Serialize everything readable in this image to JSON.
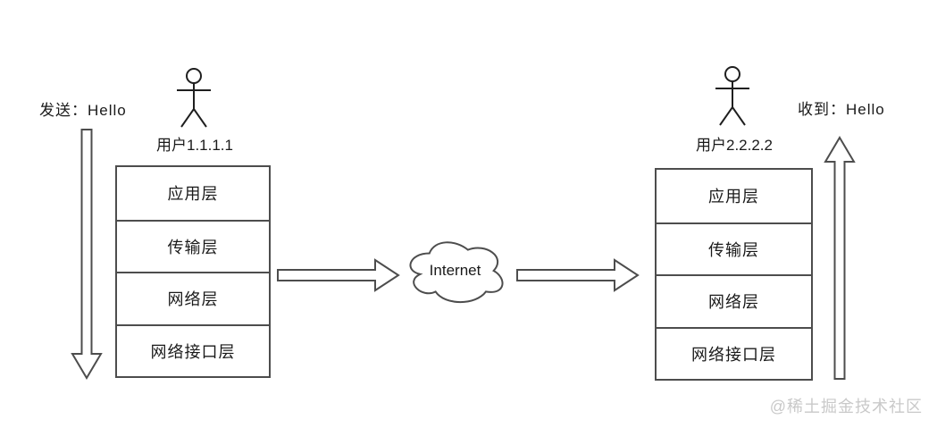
{
  "diagram": {
    "send_label": "发送：Hello",
    "receive_label": "收到：Hello",
    "internet_label": "Internet",
    "sender": {
      "name": "用户1.1.1.1",
      "layers": [
        "应用层",
        "传输层",
        "网络层",
        "网络接口层"
      ]
    },
    "receiver": {
      "name": "用户2.2.2.2",
      "layers": [
        "应用层",
        "传输层",
        "网络层",
        "网络接口层"
      ]
    },
    "watermark": "@稀土掘金技术社区",
    "colors": {
      "line": "#4d4d4d",
      "figure_line": "#1f1f1f",
      "text": "#1a1a1a",
      "watermark": "#c9c9c9",
      "background": "#ffffff"
    }
  }
}
